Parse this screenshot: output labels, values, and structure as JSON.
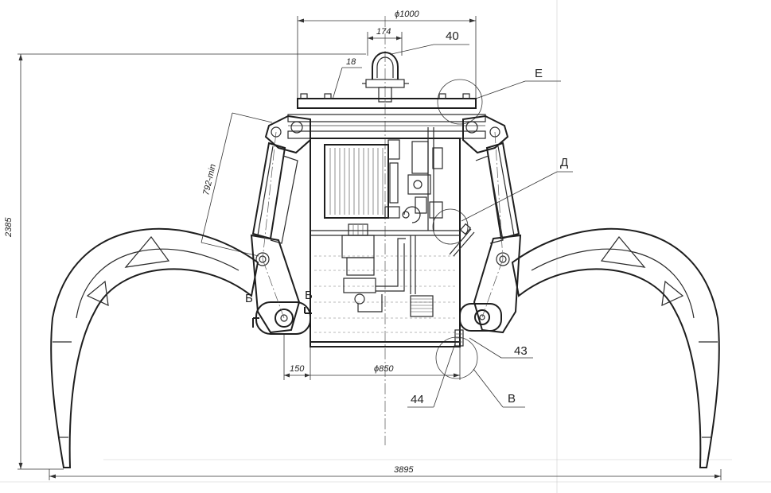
{
  "dimensions": {
    "top_width": "ϕ1000",
    "shackle_width": "174",
    "bolt_width": "18",
    "stroke_length": "792-min",
    "total_height": "2385",
    "offset_left": "150",
    "tank_diameter": "ϕ850",
    "span_width": "3895"
  },
  "positions": {
    "pos_40": "40",
    "pos_43": "43",
    "pos_44": "44"
  },
  "view_letters": {
    "E": "E",
    "D": "Д",
    "V": "В",
    "B_left": "Б",
    "B_right": "Б"
  }
}
